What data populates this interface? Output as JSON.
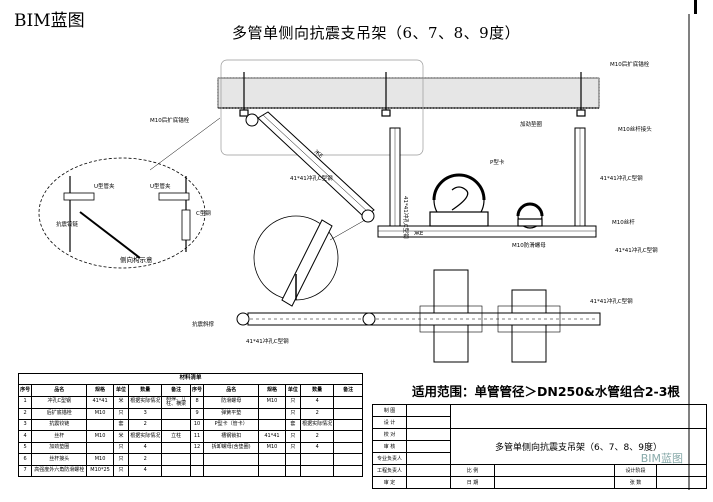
{
  "brand": "BIM蓝图",
  "title": "多管单侧向抗震支吊架（6、7、8、9度）",
  "scope": "适用范围：单管管径＞DN250&水管组合2-3根",
  "labels": {
    "anchor_bolt_left": "M10后扩底锚栓",
    "anchor_bolt_right": "M10后扩底锚栓",
    "anchor_plate": "加劲垫圈",
    "rod_connector": "M10丝杆接头",
    "channel_main": "41*41冲孔C型钢",
    "channel_vertical": "41*41冲孔C型钢",
    "rod": "M10丝杆",
    "p_clamp": "P型卡",
    "bottom_nut": "M10防滑螺母",
    "channel_bottom": "41*41冲孔C型钢",
    "u_clamp_a": "U型管夹",
    "u_clamp_b": "U型管夹",
    "c_channel": "C型钢",
    "anti_seismic_link": "抗震铰链",
    "detail_caption": "侧向构示意",
    "brace_label": "抗震斜撑",
    "brace_channel": "41*41冲孔C型钢",
    "plan_channel": "41*41冲孔C型钢",
    "logo": "ЖЕ"
  },
  "materials": {
    "caption": "材料清单",
    "headers": [
      "序号",
      "品名",
      "规格",
      "单位",
      "数量",
      "备注",
      "序号",
      "品名",
      "规格",
      "单位",
      "数量",
      "备注"
    ],
    "rows": [
      [
        "1",
        "冲孔C型钢",
        "41*41",
        "米",
        "根据实际情况",
        "斜撑、立柱、横梁",
        "8",
        "防滑螺母",
        "M10",
        "只",
        "4",
        ""
      ],
      [
        "2",
        "后扩底锚栓",
        "M10",
        "只",
        "3",
        "",
        "9",
        "弹簧平垫",
        "",
        "只",
        "2",
        ""
      ],
      [
        "3",
        "抗震铰链",
        "",
        "套",
        "2",
        "",
        "10",
        "P型卡（管卡）",
        "",
        "套",
        "根据实际情况",
        ""
      ],
      [
        "4",
        "丝杆",
        "M10",
        "米",
        "根据实际情况",
        "立柱",
        "11",
        "槽钢锁扣",
        "41*41",
        "只",
        "2",
        ""
      ],
      [
        "5",
        "加劲垫圈",
        "",
        "只",
        "4",
        "",
        "12",
        "拆卸螺母(含垫圈)",
        "M10",
        "只",
        "4",
        ""
      ],
      [
        "6",
        "丝杆接头",
        "M10",
        "只",
        "2",
        "",
        "",
        "",
        "",
        "",
        "",
        ""
      ],
      [
        "7",
        "高强度外六角防滑螺栓",
        "M10*25",
        "只",
        "4",
        "",
        "",
        "",
        "",
        "",
        "",
        ""
      ]
    ]
  },
  "title_block": {
    "left_labels": [
      "制 图",
      "设 计",
      "校 对",
      "审 核",
      "专业负责人",
      "工程负责人",
      "审 定"
    ],
    "drawing_name": "多管单侧向抗震支吊架（6、7、8、9度）",
    "bottom_labels": [
      "比 例",
      "日 期",
      "设计阶段",
      "张 数"
    ]
  },
  "watermark": "BIM蓝图"
}
